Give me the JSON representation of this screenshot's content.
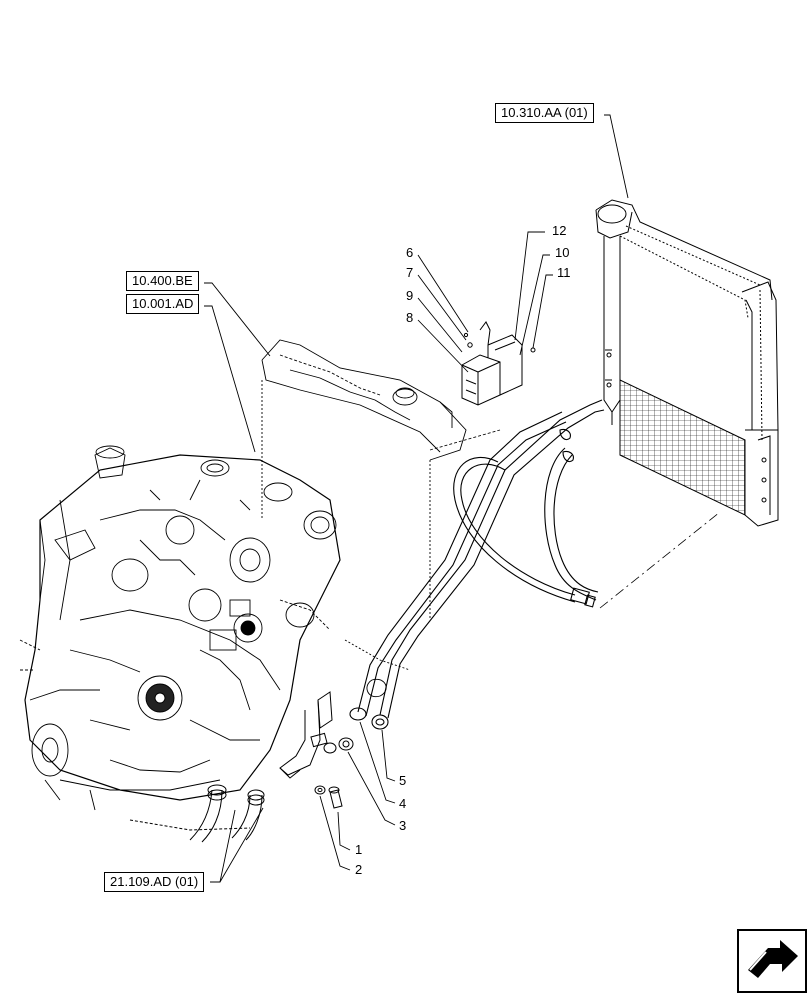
{
  "references": {
    "radiator": "10.310.AA (01)",
    "engine_top": "10.400.BE",
    "engine": "10.001.AD",
    "hoses": "21.109.AD (01)"
  },
  "callouts": {
    "c1": "1",
    "c2": "2",
    "c3": "3",
    "c4": "4",
    "c5": "5",
    "c6": "6",
    "c7": "7",
    "c8": "8",
    "c9": "9",
    "c10": "10",
    "c11": "11",
    "c12": "12"
  },
  "nav_icon": "next-page-arrow-icon"
}
